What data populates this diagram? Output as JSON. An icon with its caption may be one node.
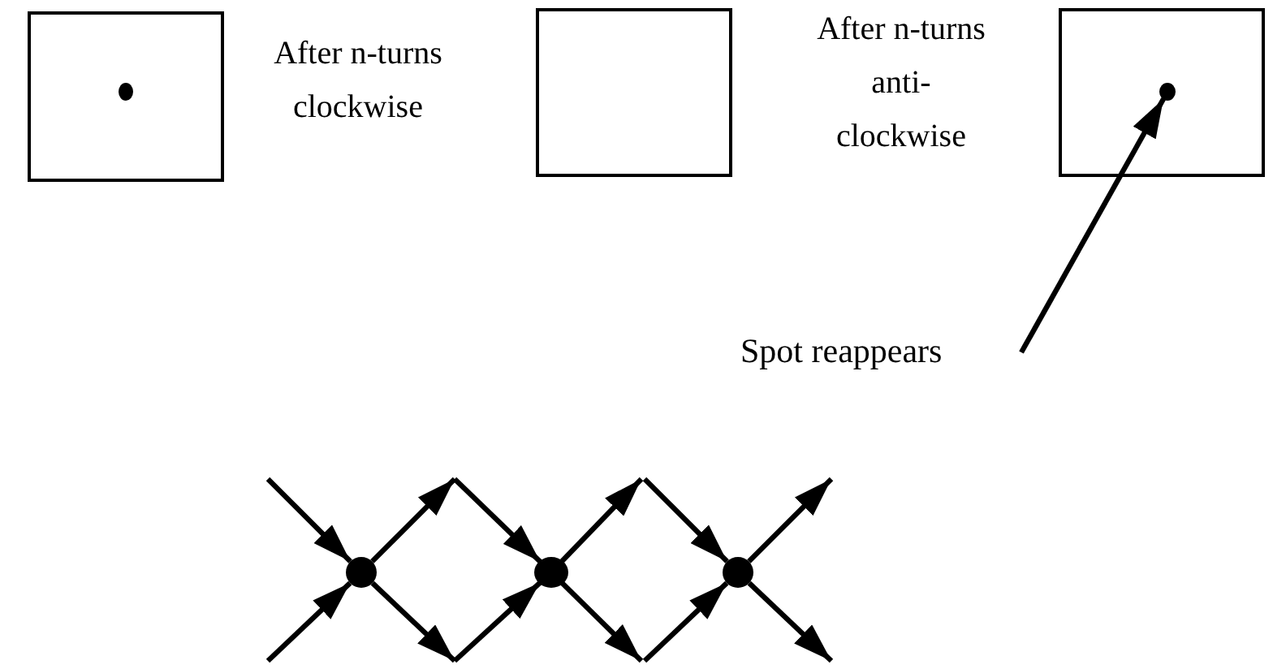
{
  "diagram": {
    "nodes": [
      {
        "text": [],
        "shape": "box"
      },
      {
        "text": [],
        "shape": "circle",
        "in": 0
      },
      {
        "text": [],
        "shape": "box"
      },
      {
        "text": [],
        "shape": "box"
      },
      {
        "text": [],
        "shape": "circle",
        "in": 3
      },
      {
        "text": [
          "Spot reappears"
        ]
      },
      {
        "text": [],
        "shape": "circle"
      },
      {
        "text": [],
        "shape": "circle"
      },
      {
        "text": [],
        "shape": "circle"
      }
    ],
    "edges": [
      {
        "from": 5,
        "to": 4,
        "arrow": "to"
      },
      {
        "from": null,
        "to": 6,
        "arrow": "to"
      },
      {
        "from": null,
        "to": 6,
        "arrow": "to"
      },
      {
        "from": 6,
        "to": null,
        "arrow": "to"
      },
      {
        "from": 6,
        "to": null,
        "arrow": "to"
      },
      {
        "from": null,
        "to": 7,
        "arrow": "to"
      },
      {
        "from": null,
        "to": 7,
        "arrow": "to"
      },
      {
        "from": 7,
        "to": null,
        "arrow": "to"
      },
      {
        "from": 7,
        "to": null,
        "arrow": "to"
      },
      {
        "from": null,
        "to": 8,
        "arrow": "to"
      },
      {
        "from": null,
        "to": 8,
        "arrow": "to"
      },
      {
        "from": 8,
        "to": null,
        "arrow": "to"
      },
      {
        "from": 8,
        "to": null,
        "arrow": "to"
      }
    ],
    "labels": [
      "After n-turns clockwise",
      "After n-turns anti-clockwise"
    ]
  }
}
